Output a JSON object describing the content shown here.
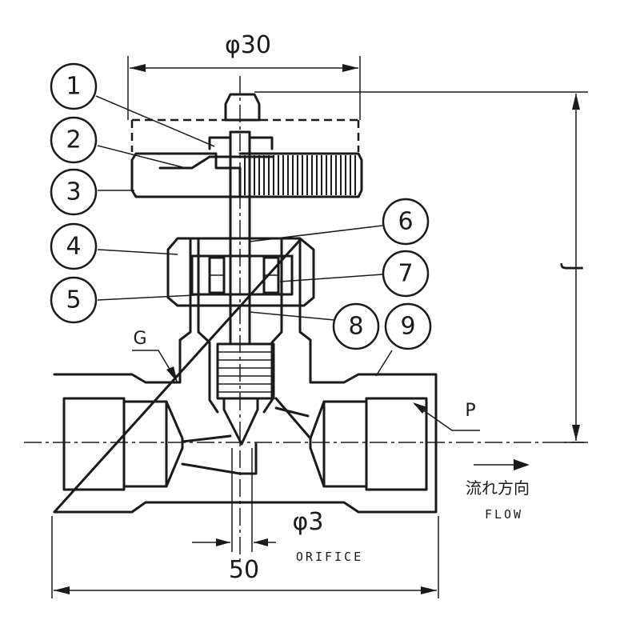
{
  "diagram": {
    "dimensions": {
      "handle_diameter": "φ30",
      "orifice_diameter": "φ3",
      "orifice_label": "ORIFICE",
      "body_length": "50",
      "height": "J"
    },
    "labels": {
      "gauge_port": "G",
      "port_thread": "P",
      "flow_jp": "流れ方向",
      "flow_en": "FLOW"
    },
    "callouts": [
      {
        "number": "1"
      },
      {
        "number": "2"
      },
      {
        "number": "3"
      },
      {
        "number": "4"
      },
      {
        "number": "5"
      },
      {
        "number": "6"
      },
      {
        "number": "7"
      },
      {
        "number": "8"
      },
      {
        "number": "9"
      }
    ],
    "colors": {
      "ink": "#1a1a1a",
      "background": "#ffffff"
    }
  }
}
